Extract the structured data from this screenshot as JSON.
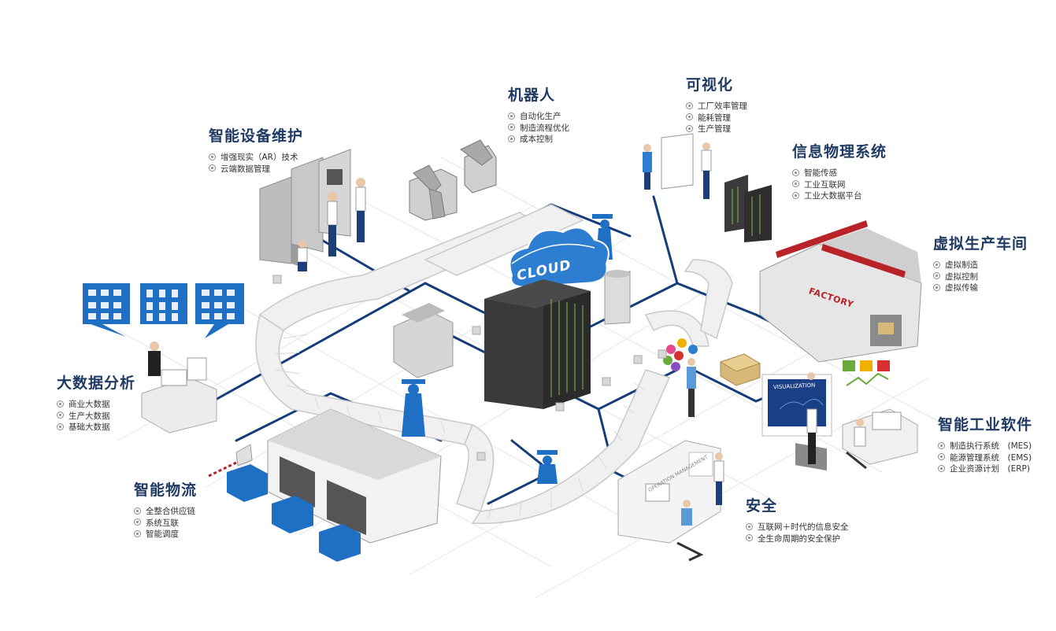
{
  "scene_labels": {
    "cloud": "CLOUD",
    "factory": "FACTORY",
    "visualization": "VISUALIZATION",
    "operation": "OPERATION MANAGEMENT"
  },
  "sections": {
    "maintenance": {
      "title": "智能设备维护",
      "items": [
        "增强现实（AR）技术",
        "云端数据管理"
      ]
    },
    "robot": {
      "title": "机器人",
      "items": [
        "自动化生产",
        "制造流程优化",
        "成本控制"
      ]
    },
    "visual": {
      "title": "可视化",
      "items": [
        "工厂效率管理",
        "能耗管理",
        "生产管理"
      ]
    },
    "cps": {
      "title": "信息物理系统",
      "items": [
        "智能传感",
        "工业互联网",
        "工业大数据平台"
      ]
    },
    "virtual": {
      "title": "虚拟生产车间",
      "items": [
        "虚拟制造",
        "虚拟控制",
        "虚拟传输"
      ]
    },
    "bigdata": {
      "title": "大数据分析",
      "items": [
        "商业大数据",
        "生产大数据",
        "基础大数据"
      ]
    },
    "software": {
      "title": "智能工业软件",
      "items": [
        "制造执行系统　(MES)",
        "能源管理系统　(EMS)",
        "企业资源计划　(ERP)"
      ]
    },
    "logistics": {
      "title": "智能物流",
      "items": [
        "全整合供应链",
        "系统互联",
        "智能调度"
      ]
    },
    "security": {
      "title": "安全",
      "items": [
        "互联网＋时代的信息安全",
        "全生命周期的安全保护"
      ]
    }
  },
  "colors": {
    "network_line": "#153d7a",
    "title": "#1f3a63",
    "accent_blue": "#1f6fc4",
    "factory_red": "#b8232a"
  }
}
